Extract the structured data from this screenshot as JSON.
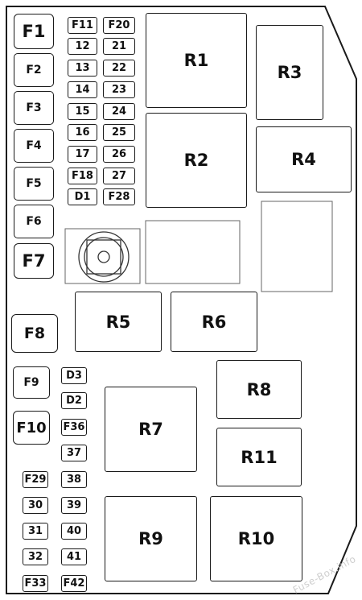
{
  "diagram": {
    "watermark": "Fuse-Box.info",
    "fuses": {
      "f1": "F1",
      "f2": "F2",
      "f3": "F3",
      "f4": "F4",
      "f5": "F5",
      "f6": "F6",
      "f7": "F7",
      "f8": "F8",
      "f9": "F9",
      "f10": "F10",
      "f11": "F11",
      "f12": "12",
      "f13": "13",
      "f14": "14",
      "f15": "15",
      "f16": "16",
      "f17": "17",
      "f18": "F18",
      "d1": "D1",
      "f20": "F20",
      "f21": "21",
      "f22": "22",
      "f23": "23",
      "f24": "24",
      "f25": "25",
      "f26": "26",
      "f27": "27",
      "f28": "F28",
      "d3": "D3",
      "d2": "D2",
      "f36": "F36",
      "f37": "37",
      "f38": "38",
      "f39": "39",
      "f40": "40",
      "f41": "41",
      "f42": "F42",
      "f29": "F29",
      "f30": "30",
      "f31": "31",
      "f32": "32",
      "f33": "F33"
    },
    "relays": {
      "r1": "R1",
      "r2": "R2",
      "r3": "R3",
      "r4": "R4",
      "r5": "R5",
      "r6": "R6",
      "r7": "R7",
      "r8": "R8",
      "r9": "R9",
      "r10": "R10",
      "r11": "R11"
    }
  }
}
